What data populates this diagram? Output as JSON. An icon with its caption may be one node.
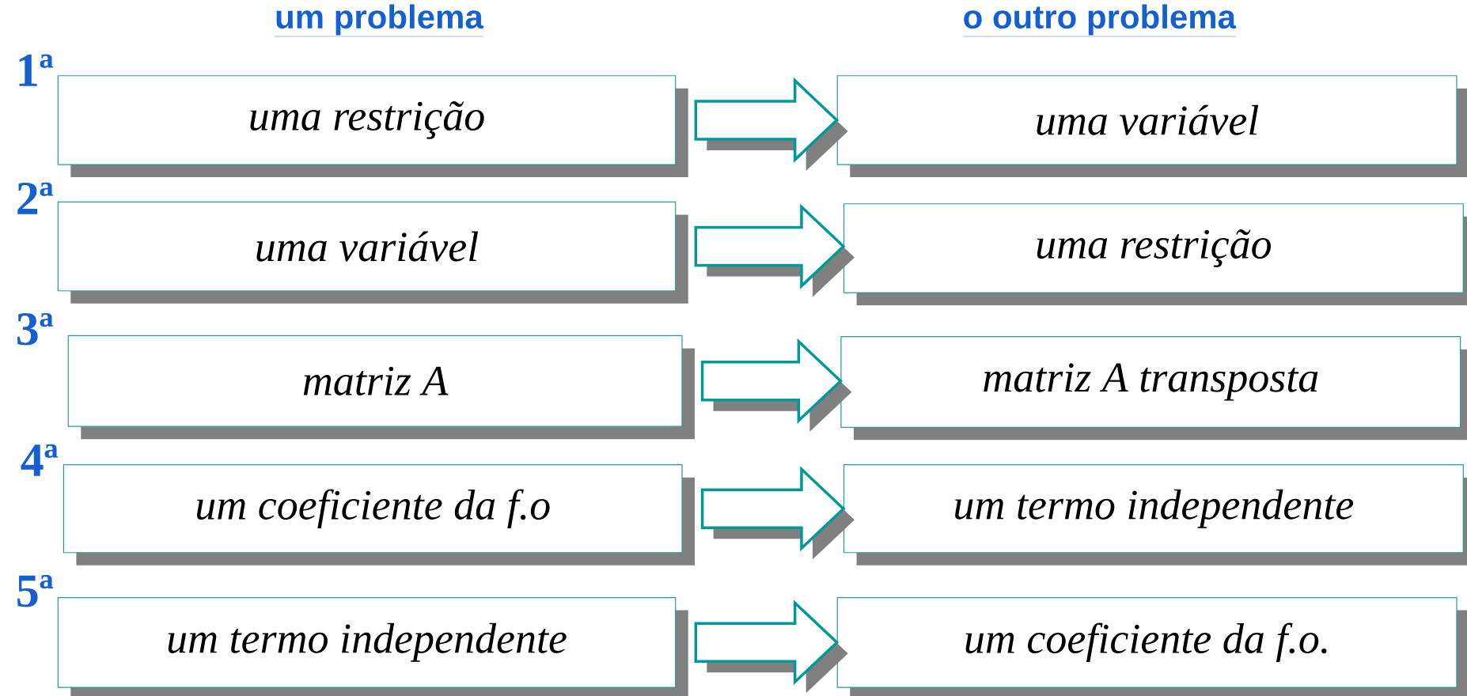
{
  "diagram": {
    "nodes": [
      {
        "text": [
          "uma restrição"
        ]
      },
      {
        "text": [
          "uma variável"
        ]
      },
      {
        "text": [
          "uma variável"
        ]
      },
      {
        "text": [
          "uma restrição"
        ]
      },
      {
        "text": [
          "matriz A"
        ]
      },
      {
        "text": [
          "matriz A transposta"
        ]
      },
      {
        "text": [
          "um coeficiente da f.o"
        ]
      },
      {
        "text": [
          "um termo independente"
        ]
      },
      {
        "text": [
          "um termo independente"
        ]
      },
      {
        "text": [
          "um coeficiente da f.o."
        ]
      }
    ],
    "edges": [
      {
        "from": 0,
        "to": 1,
        "arrow": "to"
      },
      {
        "from": 2,
        "to": 3,
        "arrow": "to"
      },
      {
        "from": 4,
        "to": 5,
        "arrow": "to"
      },
      {
        "from": 6,
        "to": 7,
        "arrow": "to"
      },
      {
        "from": 8,
        "to": 9,
        "arrow": "to"
      }
    ],
    "labels": [
      "um problema",
      "o outro problema",
      "1ª",
      "2ª",
      "3ª",
      "4ª",
      "5ª"
    ]
  }
}
